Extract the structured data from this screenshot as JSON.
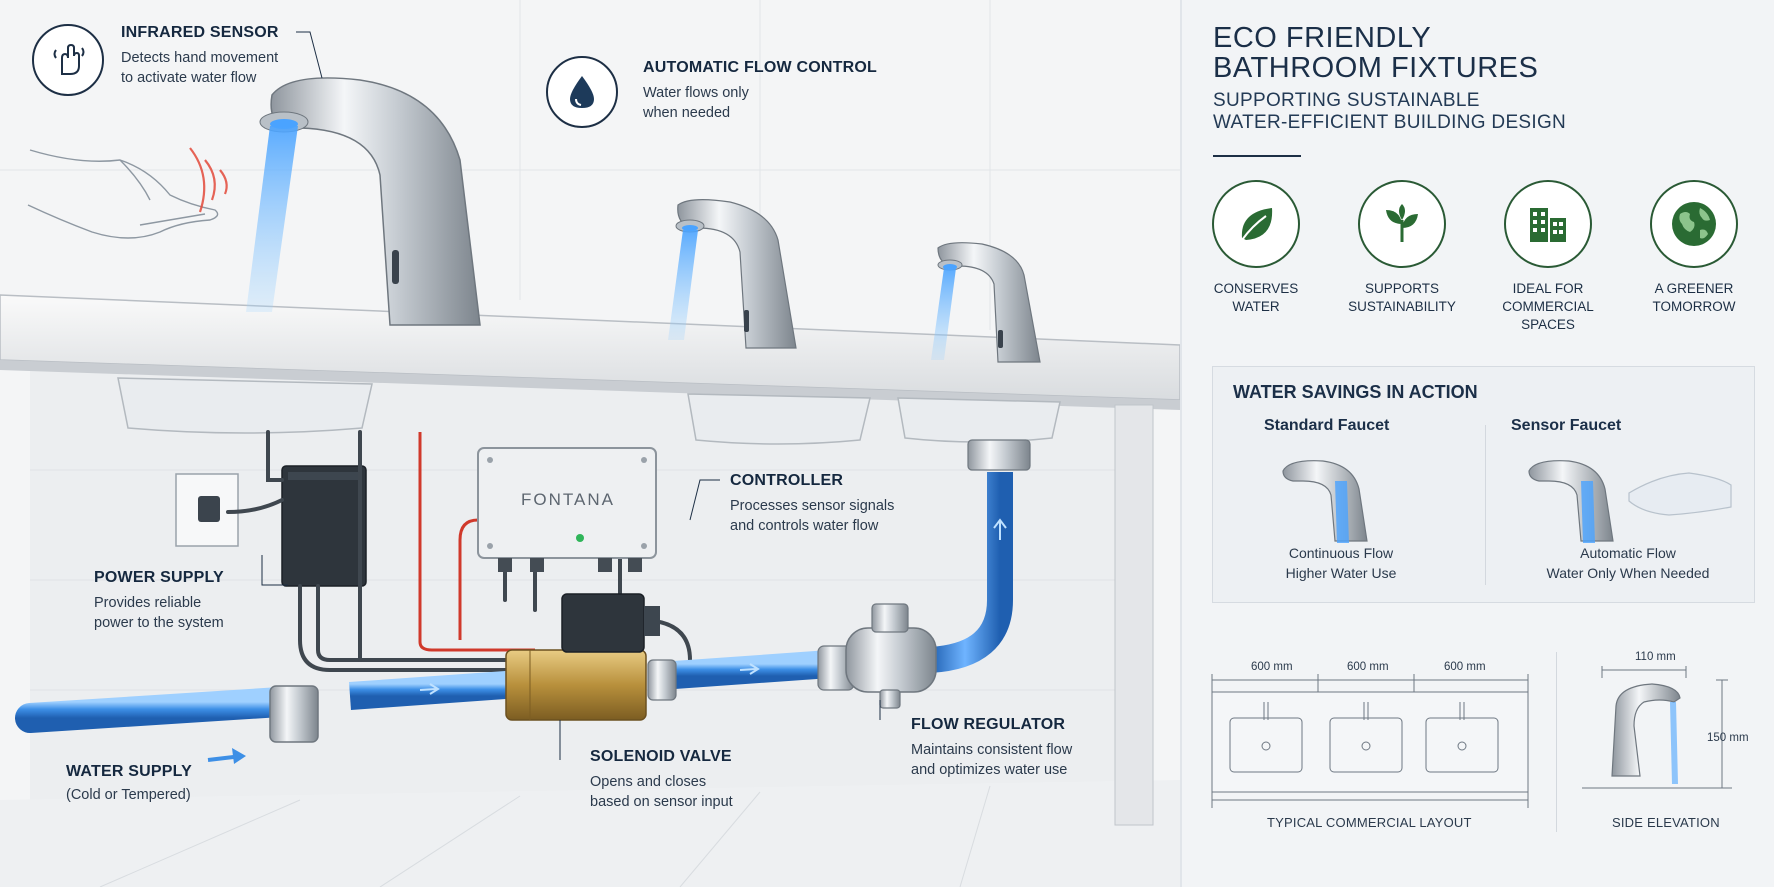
{
  "callouts": {
    "infrared": {
      "title": "INFRARED SENSOR",
      "line1": "Detects hand movement",
      "line2": "to activate water flow"
    },
    "flow_control": {
      "title": "AUTOMATIC FLOW CONTROL",
      "line1": "Water flows only",
      "line2": "when needed"
    },
    "controller": {
      "title": "CONTROLLER",
      "line1": "Processes sensor signals",
      "line2": "and controls water flow"
    },
    "power": {
      "title": "POWER SUPPLY",
      "line1": "Provides reliable",
      "line2": "power to the system"
    },
    "solenoid": {
      "title": "SOLENOID VALVE",
      "line1": "Opens and closes",
      "line2": "based on sensor input"
    },
    "regulator": {
      "title": "FLOW REGULATOR",
      "line1": "Maintains consistent flow",
      "line2": "and optimizes water use"
    },
    "water_supply": {
      "title": "WATER SUPPLY",
      "line1": "(Cold or Tempered)"
    }
  },
  "controller_brand": "FONTANA",
  "panel": {
    "title_line1": "ECO FRIENDLY",
    "title_line2": "BATHROOM FIXTURES",
    "subtitle_line1": "SUPPORTING SUSTAINABLE",
    "subtitle_line2": "WATER-EFFICIENT BUILDING DESIGN",
    "features": [
      {
        "icon": "leaf-icon",
        "line1": "CONSERVES",
        "line2": "WATER",
        "line3": ""
      },
      {
        "icon": "sprout-icon",
        "line1": "SUPPORTS",
        "line2": "SUSTAINABILITY",
        "line3": ""
      },
      {
        "icon": "buildings-icon",
        "line1": "IDEAL FOR",
        "line2": "COMMERCIAL",
        "line3": "SPACES"
      },
      {
        "icon": "globe-icon",
        "line1": "A GREENER",
        "line2": "TOMORROW",
        "line3": ""
      }
    ],
    "savings": {
      "title": "WATER SAVINGS IN ACTION",
      "standard": {
        "heading": "Standard Faucet",
        "cap1": "Continuous Flow",
        "cap2": "Higher Water Use"
      },
      "sensor": {
        "heading": "Sensor Faucet",
        "cap1": "Automatic Flow",
        "cap2": "Water Only When Needed"
      }
    },
    "layout": {
      "dims": [
        "600 mm",
        "600 mm",
        "600 mm"
      ],
      "caption": "TYPICAL COMMERCIAL LAYOUT"
    },
    "elevation": {
      "width": "110 mm",
      "height": "150 mm",
      "caption": "SIDE ELEVATION"
    }
  },
  "colors": {
    "navy": "#1d2f45",
    "water_blue": "#3d8fe6",
    "eco_green": "#2a6b33",
    "brass": "#b8903c",
    "wire_red": "#d0392b"
  }
}
